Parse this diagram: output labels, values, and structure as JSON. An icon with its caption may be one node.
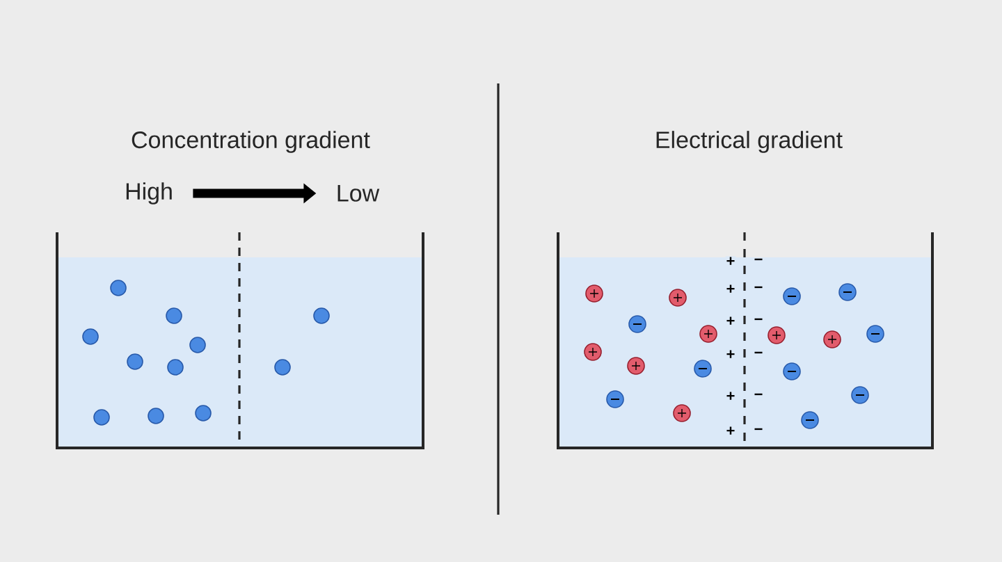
{
  "diagram": {
    "nodes": [
      {
        "text": [
          "High"
        ]
      },
      {
        "text": [
          "Low"
        ]
      }
    ],
    "edges": [
      {
        "from": 0,
        "to": 1,
        "arrow": "to"
      }
    ],
    "labels": [
      "Concentration gradient",
      "Electrical gradient",
      "+",
      "−",
      "+",
      "−",
      "+",
      "−",
      "+",
      "−",
      "+",
      "−",
      "+",
      "−"
    ]
  }
}
